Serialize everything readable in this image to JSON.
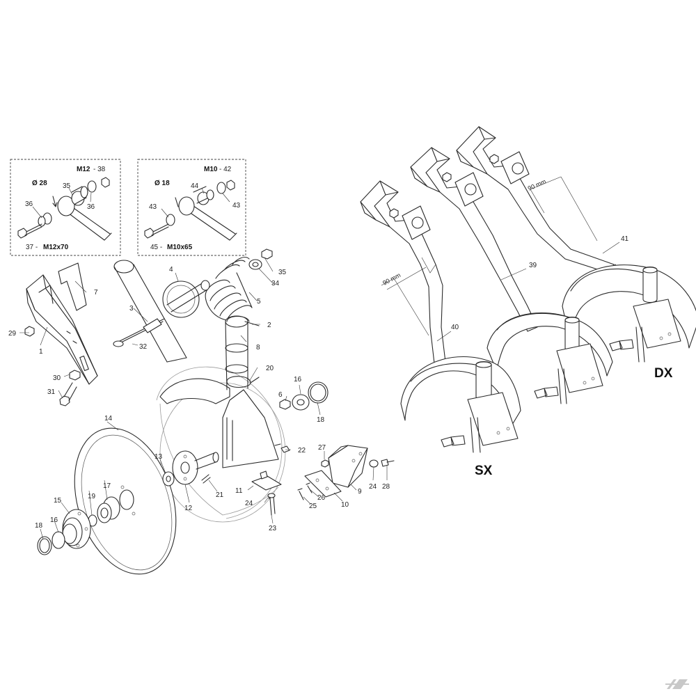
{
  "callouts": {
    "c1": "1",
    "c2": "2",
    "c3": "3",
    "c4": "4",
    "c5": "5",
    "c7": "7",
    "c8": "8",
    "c9": "9",
    "c10": "10",
    "c11": "11",
    "c12": "12",
    "c13": "13",
    "c14": "14",
    "c15": "15",
    "c16": "16",
    "c16b": "16",
    "c17": "17",
    "c18": "18",
    "c18b": "18",
    "c19": "19",
    "c20": "20",
    "c21": "21",
    "c22": "22",
    "c23": "23",
    "c24": "24",
    "c24b": "24",
    "c25": "25",
    "c26": "26",
    "c27": "27",
    "c28": "28",
    "c29": "29",
    "c30": "30",
    "c31": "31",
    "c32": "32",
    "c34": "34",
    "c35": "35",
    "c6": "6",
    "c39": "39",
    "c40": "40",
    "c41": "41"
  },
  "inset_left": {
    "size_label": "M12",
    "size_ref": "- 38",
    "diameter": "Ø 28",
    "bolt_ref": "37 -",
    "bolt_label": "M12x70",
    "c35": "35",
    "c36a": "36",
    "c36b": "36"
  },
  "inset_right": {
    "size_label": "M10",
    "size_ref": "- 42",
    "diameter": "Ø 18",
    "bolt_ref": "45 -",
    "bolt_label": "M10x65",
    "c44": "44",
    "c43a": "43",
    "c43b": "43"
  },
  "dimensions": {
    "left": "90 mm",
    "right": "90 mm"
  },
  "sides": {
    "left": "SX",
    "right": "DX"
  },
  "colors": {
    "line": "#2a2a2a",
    "background": "#ffffff",
    "logo_gray": "#c8c8c8"
  }
}
